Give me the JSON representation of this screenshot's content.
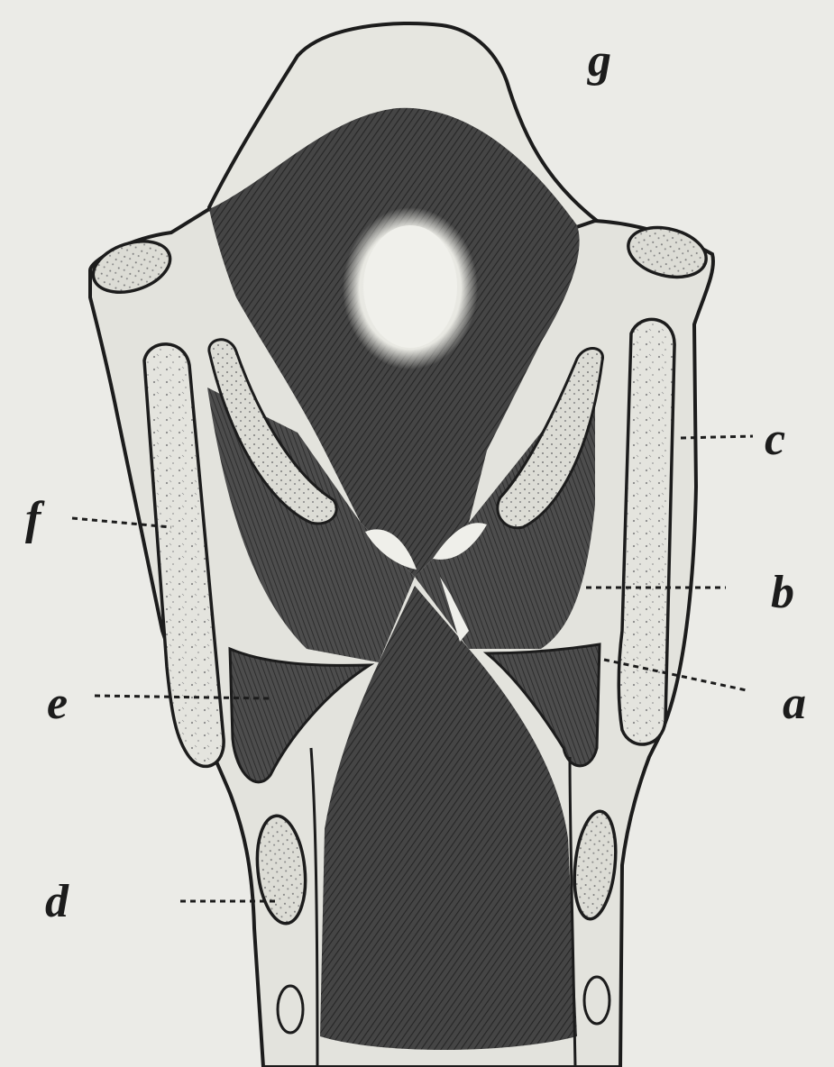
{
  "labels": {
    "a": "a",
    "b": "b",
    "c": "c",
    "d": "d",
    "e": "e",
    "f": "f",
    "g": "g"
  },
  "colors": {
    "paper": "#ebebe7",
    "ink": "#1c1c1c",
    "shade": "#3a3a3a",
    "cartilage": "#e3e3dd"
  }
}
